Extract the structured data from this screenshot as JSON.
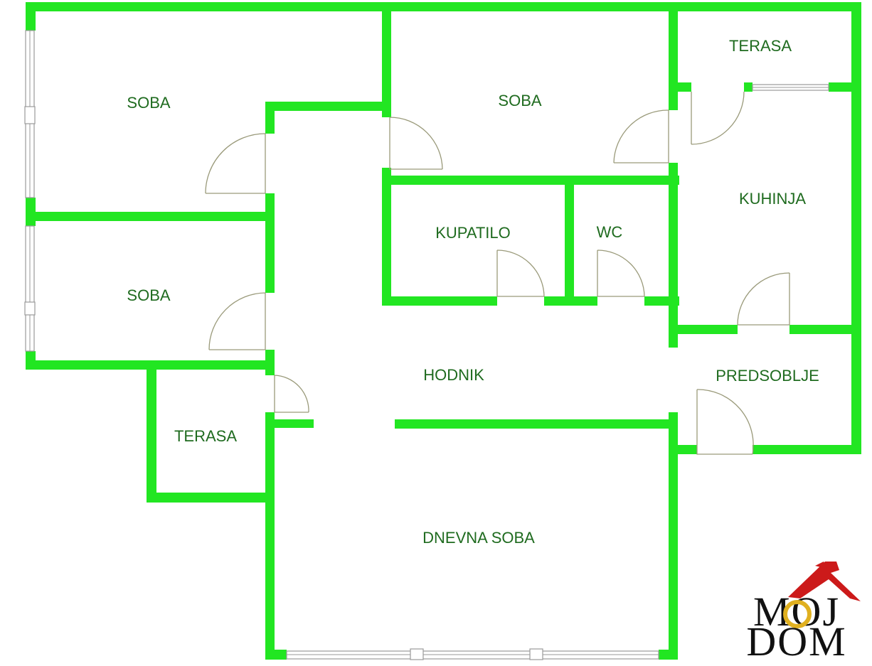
{
  "rooms": {
    "soba_top_left": "SOBA",
    "soba_top_center": "SOBA",
    "soba_left": "SOBA",
    "terasa_top_right": "TERASA",
    "terasa_left": "TERASA",
    "kuhinja": "KUHINJA",
    "kupatilo": "KUPATILO",
    "wc": "WC",
    "hodnik": "HODNIK",
    "predsoblje": "PREDSOBLJE",
    "dnevna_soba": "DNEVNA SOBA"
  },
  "logo": {
    "line1": "MOJ",
    "line2": "DOM"
  },
  "colors": {
    "walls": "#22e622",
    "labels": "#1f6b1f",
    "logo_roof": "#cc1a1a",
    "logo_ring": "#e0b020"
  }
}
